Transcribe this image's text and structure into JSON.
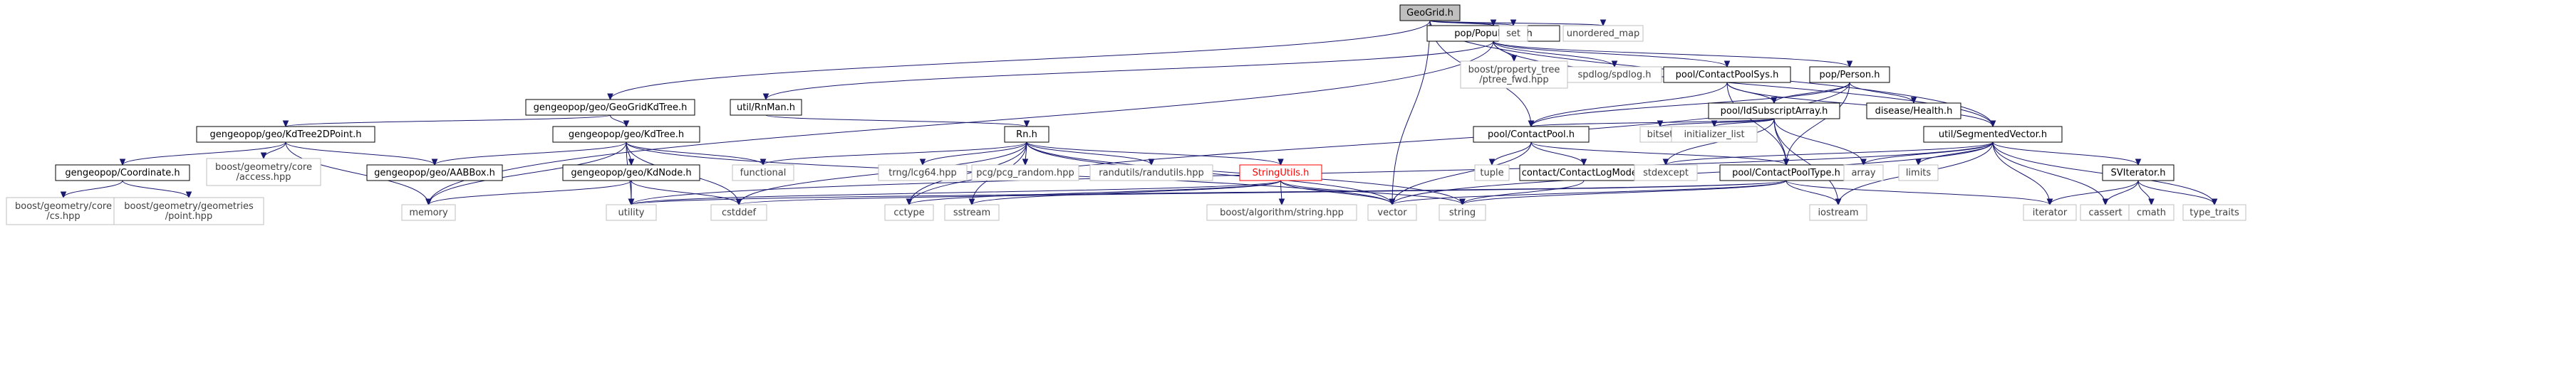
{
  "colors": {
    "edge": "#191970",
    "box_border": "#000000",
    "missing_border": "#bfbfbf",
    "missing_text": "#404040",
    "root_fill": "#bfbfbf",
    "warn_border": "#ff0000",
    "warn_text": "#ff0000"
  },
  "nodes": [
    {
      "id": "geogrid",
      "label": "GeoGrid.h",
      "kind": "root"
    },
    {
      "id": "population",
      "label": "pop/Population.h",
      "kind": "file"
    },
    {
      "id": "set",
      "label": "set",
      "kind": "missing"
    },
    {
      "id": "unordered_map",
      "label": "unordered_map",
      "kind": "missing"
    },
    {
      "id": "ptree_fwd",
      "label": "boost/property_tree\n/ptree_fwd.hpp",
      "kind": "missing"
    },
    {
      "id": "spdlog",
      "label": "spdlog/spdlog.h",
      "kind": "missing"
    },
    {
      "id": "contactpoolsys",
      "label": "pool/ContactPoolSys.h",
      "kind": "file"
    },
    {
      "id": "person",
      "label": "pop/Person.h",
      "kind": "file"
    },
    {
      "id": "kdtree_gg",
      "label": "gengeopop/geo/GeoGridKdTree.h",
      "kind": "file"
    },
    {
      "id": "rnman",
      "label": "util/RnMan.h",
      "kind": "file"
    },
    {
      "id": "idsub",
      "label": "pool/IdSubscriptArray.h",
      "kind": "file"
    },
    {
      "id": "health",
      "label": "disease/Health.h",
      "kind": "file"
    },
    {
      "id": "kd2d",
      "label": "gengeopop/geo/KdTree2DPoint.h",
      "kind": "file"
    },
    {
      "id": "kdtree",
      "label": "gengeopop/geo/KdTree.h",
      "kind": "file"
    },
    {
      "id": "rn",
      "label": "Rn.h",
      "kind": "file"
    },
    {
      "id": "contactpool",
      "label": "pool/ContactPool.h",
      "kind": "file"
    },
    {
      "id": "bitset",
      "label": "bitset",
      "kind": "missing"
    },
    {
      "id": "initializer_list",
      "label": "initializer_list",
      "kind": "missing"
    },
    {
      "id": "segvec",
      "label": "util/SegmentedVector.h",
      "kind": "file"
    },
    {
      "id": "coordinate",
      "label": "gengeopop/Coordinate.h",
      "kind": "file"
    },
    {
      "id": "access",
      "label": "boost/geometry/core\n/access.hpp",
      "kind": "missing"
    },
    {
      "id": "aabbox",
      "label": "gengeopop/geo/AABBox.h",
      "kind": "file"
    },
    {
      "id": "kdnode",
      "label": "gengeopop/geo/KdNode.h",
      "kind": "file"
    },
    {
      "id": "functional",
      "label": "functional",
      "kind": "missing"
    },
    {
      "id": "trng",
      "label": "trng/lcg64.hpp",
      "kind": "missing"
    },
    {
      "id": "pcg",
      "label": "pcg/pcg_random.hpp",
      "kind": "missing"
    },
    {
      "id": "randutils",
      "label": "randutils/randutils.hpp",
      "kind": "missing"
    },
    {
      "id": "stringutils",
      "label": "StringUtils.h",
      "kind": "warn"
    },
    {
      "id": "tuple",
      "label": "tuple",
      "kind": "missing"
    },
    {
      "id": "logmode",
      "label": "contact/ContactLogMode.h",
      "kind": "file"
    },
    {
      "id": "stdexcept",
      "label": "stdexcept",
      "kind": "missing"
    },
    {
      "id": "cptype",
      "label": "pool/ContactPoolType.h",
      "kind": "file"
    },
    {
      "id": "array",
      "label": "array",
      "kind": "missing"
    },
    {
      "id": "limits",
      "label": "limits",
      "kind": "missing"
    },
    {
      "id": "sviterator",
      "label": "SVIterator.h",
      "kind": "file"
    },
    {
      "id": "cs",
      "label": "boost/geometry/core\n/cs.hpp",
      "kind": "missing"
    },
    {
      "id": "point",
      "label": "boost/geometry/geometries\n/point.hpp",
      "kind": "missing"
    },
    {
      "id": "memory",
      "label": "memory",
      "kind": "missing"
    },
    {
      "id": "utility",
      "label": "utility",
      "kind": "missing"
    },
    {
      "id": "cstddef",
      "label": "cstddef",
      "kind": "missing"
    },
    {
      "id": "cctype",
      "label": "cctype",
      "kind": "missing"
    },
    {
      "id": "sstream",
      "label": "sstream",
      "kind": "missing"
    },
    {
      "id": "boost_string",
      "label": "boost/algorithm/string.hpp",
      "kind": "missing"
    },
    {
      "id": "vector",
      "label": "vector",
      "kind": "missing"
    },
    {
      "id": "string",
      "label": "string",
      "kind": "missing"
    },
    {
      "id": "iostream",
      "label": "iostream",
      "kind": "missing"
    },
    {
      "id": "iterator",
      "label": "iterator",
      "kind": "missing"
    },
    {
      "id": "cassert",
      "label": "cassert",
      "kind": "missing"
    },
    {
      "id": "cmath",
      "label": "cmath",
      "kind": "missing"
    },
    {
      "id": "type_traits",
      "label": "type_traits",
      "kind": "missing"
    }
  ],
  "edges": [
    [
      "geogrid",
      "population"
    ],
    [
      "geogrid",
      "set"
    ],
    [
      "geogrid",
      "unordered_map"
    ],
    [
      "geogrid",
      "kdtree_gg"
    ],
    [
      "geogrid",
      "contactpool"
    ],
    [
      "geogrid",
      "segvec"
    ],
    [
      "geogrid",
      "vector"
    ],
    [
      "population",
      "ptree_fwd"
    ],
    [
      "population",
      "spdlog"
    ],
    [
      "population",
      "contactpoolsys"
    ],
    [
      "population",
      "person"
    ],
    [
      "population",
      "rnman"
    ],
    [
      "population",
      "memory"
    ],
    [
      "population",
      "segvec"
    ],
    [
      "contactpoolsys",
      "idsub"
    ],
    [
      "contactpoolsys",
      "contactpool"
    ],
    [
      "contactpoolsys",
      "cptype"
    ],
    [
      "contactpoolsys",
      "segvec"
    ],
    [
      "person",
      "health"
    ],
    [
      "person",
      "idsub"
    ],
    [
      "person",
      "contactpool"
    ],
    [
      "person",
      "cptype"
    ],
    [
      "person",
      "cctype"
    ],
    [
      "kdtree_gg",
      "kd2d"
    ],
    [
      "kdtree_gg",
      "kdtree"
    ],
    [
      "rnman",
      "rn"
    ],
    [
      "idsub",
      "contactpool"
    ],
    [
      "idsub",
      "bitset"
    ],
    [
      "idsub",
      "initializer_list"
    ],
    [
      "idsub",
      "cptype"
    ],
    [
      "idsub",
      "stdexcept"
    ],
    [
      "idsub",
      "array"
    ],
    [
      "idsub",
      "iostream"
    ],
    [
      "kd2d",
      "coordinate"
    ],
    [
      "kd2d",
      "access"
    ],
    [
      "kd2d",
      "aabbox"
    ],
    [
      "kd2d",
      "memory"
    ],
    [
      "kdtree",
      "aabbox"
    ],
    [
      "kdtree",
      "kdnode"
    ],
    [
      "kdtree",
      "functional"
    ],
    [
      "kdtree",
      "memory"
    ],
    [
      "kdtree",
      "utility"
    ],
    [
      "kdtree",
      "cstddef"
    ],
    [
      "kdtree",
      "vector"
    ],
    [
      "rn",
      "functional"
    ],
    [
      "rn",
      "trng"
    ],
    [
      "rn",
      "pcg"
    ],
    [
      "rn",
      "randutils"
    ],
    [
      "rn",
      "stringutils"
    ],
    [
      "rn",
      "vector"
    ],
    [
      "rn",
      "string"
    ],
    [
      "rn",
      "cctype"
    ],
    [
      "rn",
      "sstream"
    ],
    [
      "rn",
      "cstddef"
    ],
    [
      "contactpool",
      "tuple"
    ],
    [
      "contactpool",
      "logmode"
    ],
    [
      "contactpool",
      "cptype"
    ],
    [
      "contactpool",
      "vector"
    ],
    [
      "segvec",
      "stdexcept"
    ],
    [
      "segvec",
      "array"
    ],
    [
      "segvec",
      "limits"
    ],
    [
      "segvec",
      "sviterator"
    ],
    [
      "segvec",
      "iostream"
    ],
    [
      "segvec",
      "iterator"
    ],
    [
      "segvec",
      "cassert"
    ],
    [
      "segvec",
      "type_traits"
    ],
    [
      "segvec",
      "vector"
    ],
    [
      "segvec",
      "utility"
    ],
    [
      "coordinate",
      "cs"
    ],
    [
      "coordinate",
      "point"
    ],
    [
      "kdnode",
      "memory"
    ],
    [
      "kdnode",
      "utility"
    ],
    [
      "kdnode",
      "cstddef"
    ],
    [
      "stringutils",
      "boost_string"
    ],
    [
      "stringutils",
      "vector"
    ],
    [
      "stringutils",
      "string"
    ],
    [
      "stringutils",
      "sstream"
    ],
    [
      "stringutils",
      "cctype"
    ],
    [
      "stringutils",
      "utility"
    ],
    [
      "logmode",
      "string"
    ],
    [
      "cptype",
      "string"
    ],
    [
      "cptype",
      "iostream"
    ],
    [
      "cptype",
      "iterator"
    ],
    [
      "cptype",
      "vector"
    ],
    [
      "cptype",
      "cstddef"
    ],
    [
      "cptype",
      "utility"
    ],
    [
      "sviterator",
      "iterator"
    ],
    [
      "sviterator",
      "cassert"
    ],
    [
      "sviterator",
      "cmath"
    ],
    [
      "sviterator",
      "type_traits"
    ]
  ]
}
